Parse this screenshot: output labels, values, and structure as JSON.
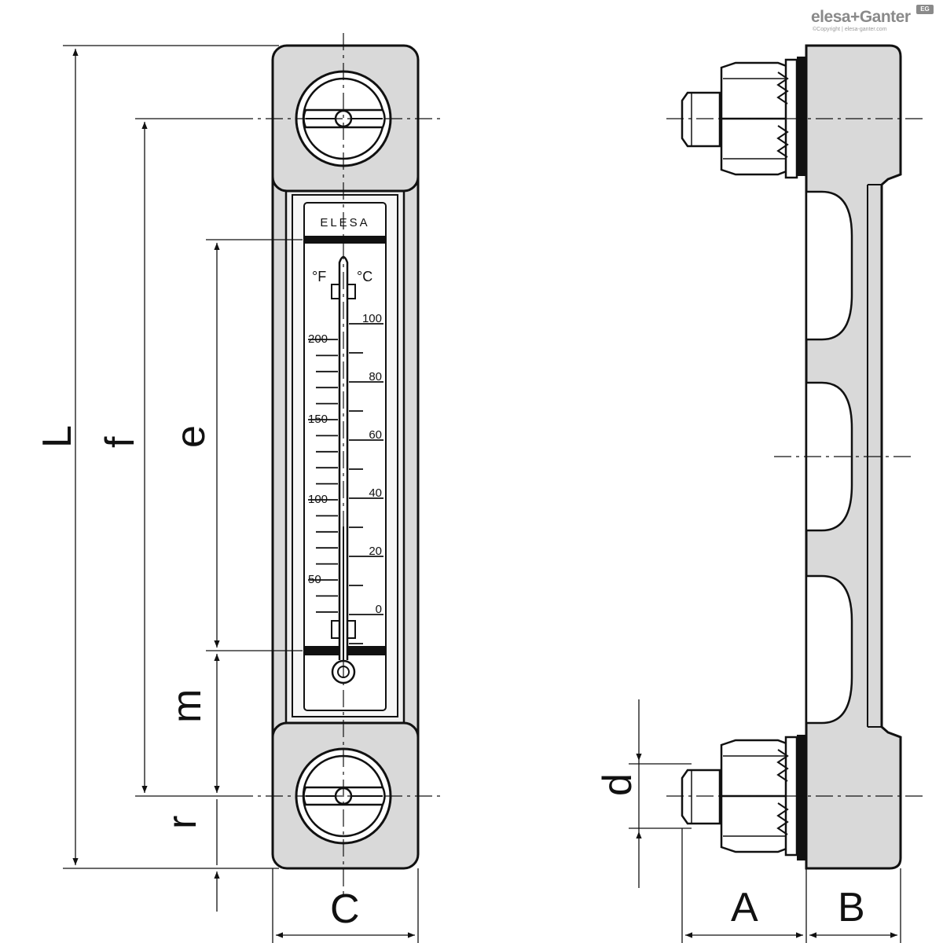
{
  "brand": {
    "name": "elesa+Ganter",
    "copyright": "©Copyright | elesa-ganter.com",
    "badge": "EG"
  },
  "product": {
    "logo_text": "ELESA",
    "thermometer": {
      "fahrenheit_unit": "°F",
      "celsius_unit": "°C",
      "fahrenheit_labels": [
        "200",
        "150",
        "100",
        "50"
      ],
      "celsius_labels": [
        "100",
        "80",
        "60",
        "40",
        "20",
        "0"
      ]
    }
  },
  "dimensions": {
    "L": "L",
    "f": "f",
    "e": "e",
    "m": "m",
    "r": "r",
    "C": "C",
    "d": "d",
    "A": "A",
    "B": "B"
  }
}
